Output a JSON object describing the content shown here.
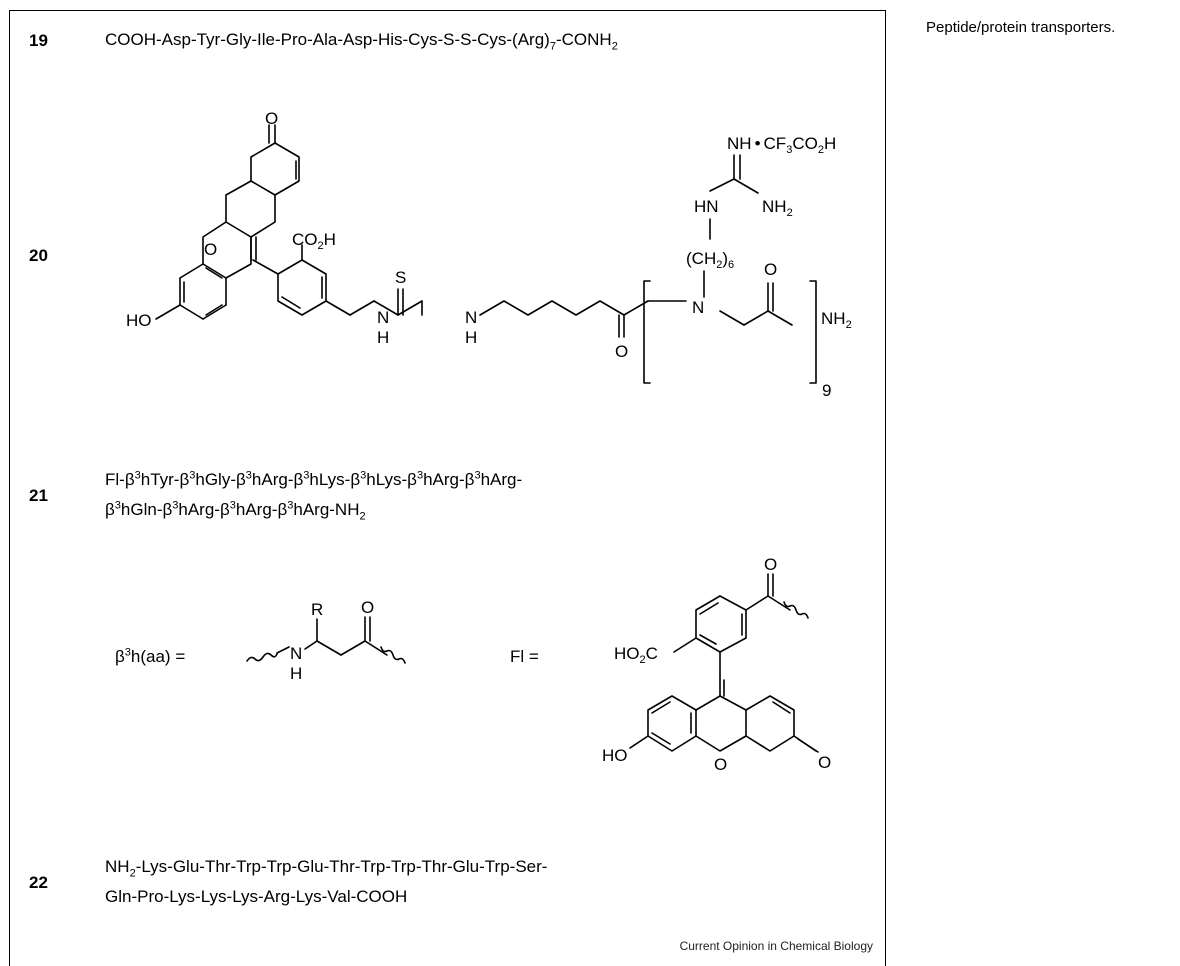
{
  "side_caption": "Peptide/protein transporters.",
  "credit": "Current Opinion in Chemical Biology",
  "compounds": {
    "c19": {
      "number": "19",
      "seq_parts": [
        "COOH-Asp-Tyr-Gly-Ile-Pro-Ala-Asp-His-Cys-S-S-Cys-(Arg)",
        "7",
        "-CONH",
        "2"
      ]
    },
    "c20": {
      "number": "20",
      "labels": {
        "O_top": "O",
        "O_ring": "O",
        "HO": "HO",
        "CO2H": [
          "CO",
          "2",
          "H"
        ],
        "S": "S",
        "N1": "N",
        "H1": "H",
        "N2": "N",
        "H2": "H",
        "O_amide": "O",
        "N_pept": "N",
        "O_pept": "O",
        "NH2_term": [
          "NH",
          "2"
        ],
        "rep": "9",
        "CH2_6": [
          "(CH",
          "2",
          ")",
          "6"
        ],
        "HN": "HN",
        "NH2_g": [
          "NH",
          "2"
        ],
        "NH_salt": [
          "NH",
          "•",
          "CF",
          "3",
          "CO",
          "2",
          "H"
        ]
      }
    },
    "c21": {
      "number": "21",
      "line1": [
        "Fl-β",
        "3",
        "hTyr-β",
        "3",
        "hGly-β",
        "3",
        "hArg-β",
        "3",
        "hLys-β",
        "3",
        "hLys-β",
        "3",
        "hArg-β",
        "3",
        "hArg-"
      ],
      "line2": [
        "β",
        "3",
        "hGln-β",
        "3",
        "hArg-β",
        "3",
        "hArg-β",
        "3",
        "hArg-NH",
        "2"
      ],
      "def_beta": [
        "β",
        "3",
        "h(aa) ="
      ],
      "def_fl": "Fl =",
      "beta_labels": {
        "R": "R",
        "O": "O",
        "N": "N",
        "H": "H"
      },
      "fl_labels": {
        "O_top": "O",
        "HO2C": [
          "HO",
          "2",
          "C"
        ],
        "HO": "HO",
        "O_ring": "O",
        "O_right": "O"
      }
    },
    "c22": {
      "number": "22",
      "line1": [
        "NH",
        "2",
        "-Lys-Glu-Thr-Trp-Trp-Glu-Thr-Trp-Trp-Thr-Glu-Trp-Ser-"
      ],
      "line2": [
        "Gln-Pro-Lys-Lys-Lys-Arg-Lys-Val-COOH"
      ]
    }
  }
}
